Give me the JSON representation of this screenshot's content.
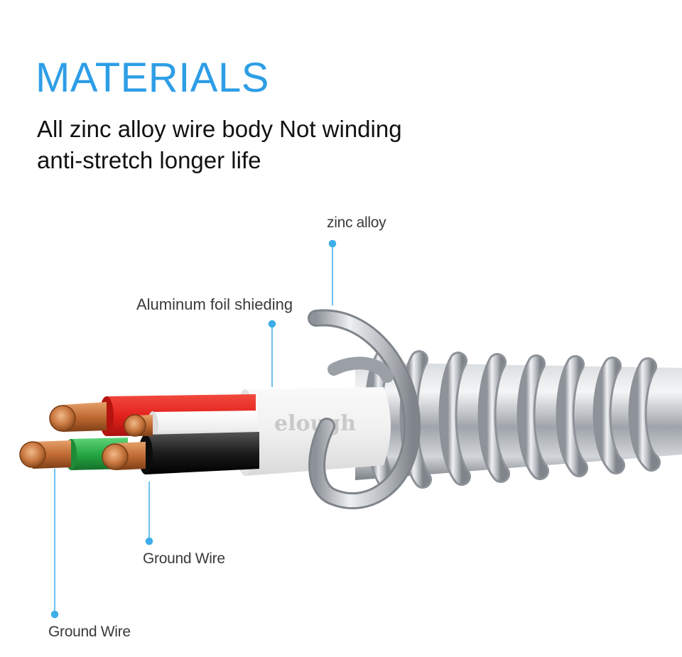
{
  "header": {
    "title": "MATERIALS",
    "subtitle_lines": [
      "All zinc alloy wire body Not winding",
      "anti-stretch longer life"
    ]
  },
  "brand": {
    "logo_text": "elough"
  },
  "callouts": {
    "zinc_alloy": "zinc alloy",
    "aluminum_foil": "Aluminum foil shieding",
    "ground_wire_inner": "Ground Wire",
    "ground_wire_outer": "Ground Wire"
  },
  "colors": {
    "title": "#2e9ee6",
    "callout_line": "#3daee9",
    "wire_red": "#e3231e",
    "wire_white": "#f2f2f2",
    "wire_green": "#27a844",
    "wire_black": "#1b1b1b",
    "copper": "#c9773f",
    "jacket": "#f4f4f4",
    "metal": "#b8bcc2"
  }
}
